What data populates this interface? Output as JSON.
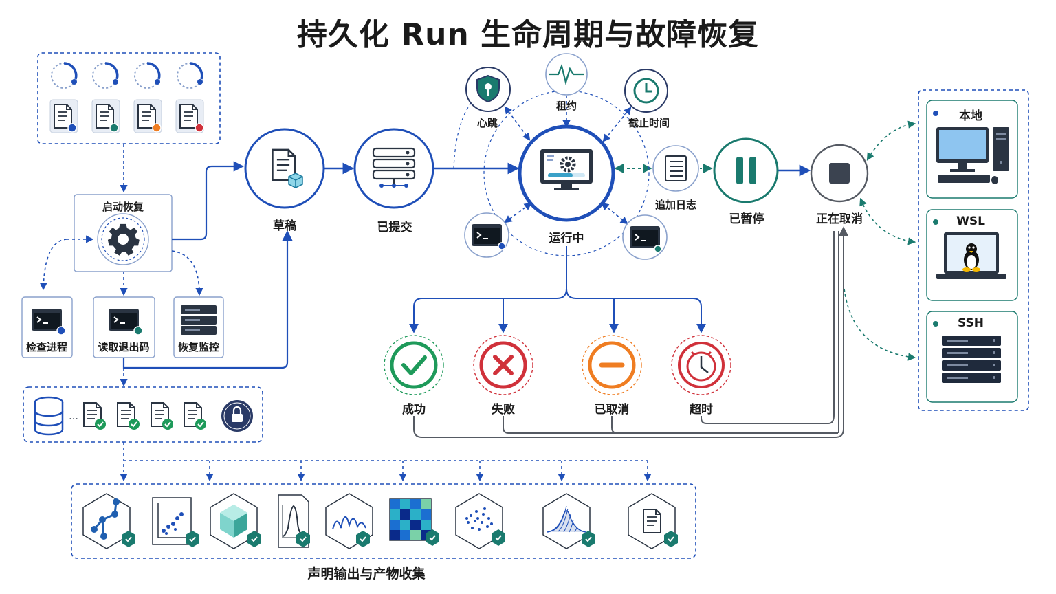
{
  "title": "持久化 Run 生命周期与故障恢复",
  "recovery": {
    "label": "启动恢复",
    "steps": [
      "检查进程",
      "读取退出码",
      "恢复监控"
    ]
  },
  "states": {
    "draft": "草稿",
    "submitted": "已提交",
    "running": "运行中",
    "paused": "已暂停",
    "cancelling": "正在取消"
  },
  "monitors": {
    "heartbeat": "心跳",
    "lease": "租约",
    "deadline": "截止时间",
    "append_log": "追加日志"
  },
  "outcomes": [
    "成功",
    "失败",
    "已取消",
    "超时"
  ],
  "backends": [
    "本地",
    "WSL",
    "SSH"
  ],
  "outputs_label": "声明输出与产物收集",
  "colors": {
    "blue": "#1f4fb8",
    "teal": "#1a7a6e",
    "green": "#1e9a5a",
    "red": "#d0313a",
    "orange": "#ef7d22",
    "grey": "#555a63"
  }
}
